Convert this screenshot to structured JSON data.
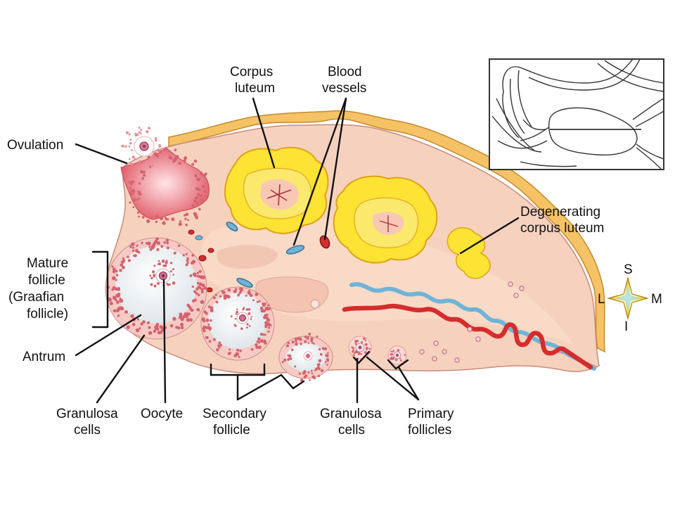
{
  "labels": {
    "ovulation": "Ovulation",
    "corpus_luteum": [
      "Corpus",
      "luteum"
    ],
    "blood_vessels": [
      "Blood",
      "vessels"
    ],
    "degenerating_corpus_luteum": [
      "Degenerating",
      "corpus luteum"
    ],
    "mature_follicle": [
      "Mature",
      "follicle",
      "(Graafian",
      "follicle)"
    ],
    "antrum": "Antrum",
    "granulosa_cells_left": [
      "Granulosa",
      "cells"
    ],
    "oocyte": "Oocyte",
    "secondary_follicle": [
      "Secondary",
      "follicle"
    ],
    "granulosa_cells_right": [
      "Granulosa",
      "cells"
    ],
    "primary_follicles": [
      "Primary",
      "follicles"
    ]
  },
  "compass": {
    "superior": "S",
    "inferior": "I",
    "lateral": "L",
    "medial": "M"
  },
  "colors": {
    "ovary_tissue": "#f6d2be",
    "capsule": "#f5c265",
    "corpus_luteum": "#fde333",
    "artery": "#d62c2c",
    "vein": "#6fb4d8",
    "granulosa": "#d4636f",
    "antrum_fluid": "#eef2f4",
    "compass_star": "#f1c40f"
  }
}
